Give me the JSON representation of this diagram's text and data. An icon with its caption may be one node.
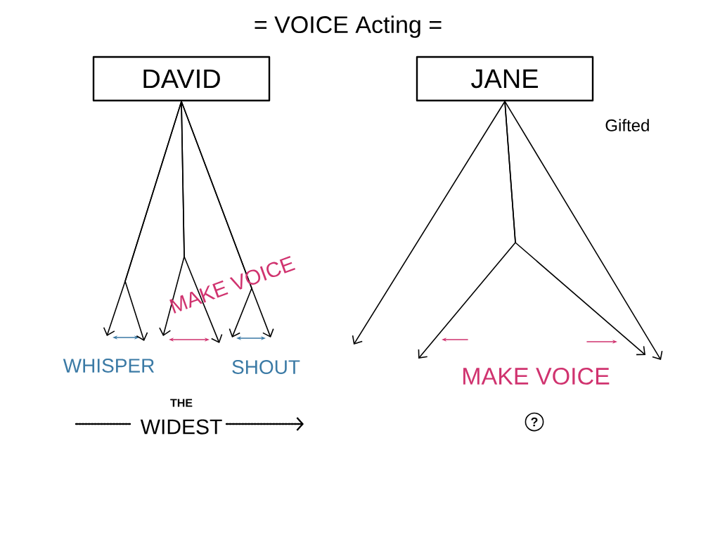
{
  "diagram": {
    "title": "= VOICE Acting =",
    "nodes": [
      {
        "text": [
          "DAVID"
        ]
      },
      {
        "text": [
          "JANE"
        ],
        "beside": [
          "Gifted"
        ]
      },
      {
        "text": [
          "?"
        ]
      }
    ],
    "edges": [
      {
        "from": 0,
        "to": null,
        "arrow": "to"
      },
      {
        "from": 0,
        "to": null,
        "arrow": "to"
      },
      {
        "from": 0,
        "to": null,
        "arrow": "to"
      },
      {
        "from": 0,
        "to": null,
        "arrow": "to"
      },
      {
        "from": 0,
        "to": null,
        "arrow": "to"
      },
      {
        "from": 0,
        "to": null,
        "arrow": "to"
      },
      {
        "from": 1,
        "to": null,
        "arrow": "to"
      },
      {
        "from": 1,
        "to": null,
        "arrow": "to"
      },
      {
        "from": 1,
        "to": null,
        "arrow": "to"
      },
      {
        "from": 1,
        "to": null,
        "arrow": "to"
      }
    ],
    "labels": [
      "MAKE VOICE",
      "WHISPER",
      "SHOUT",
      "THE",
      "WIDEST",
      "MAKE VOICE"
    ]
  }
}
